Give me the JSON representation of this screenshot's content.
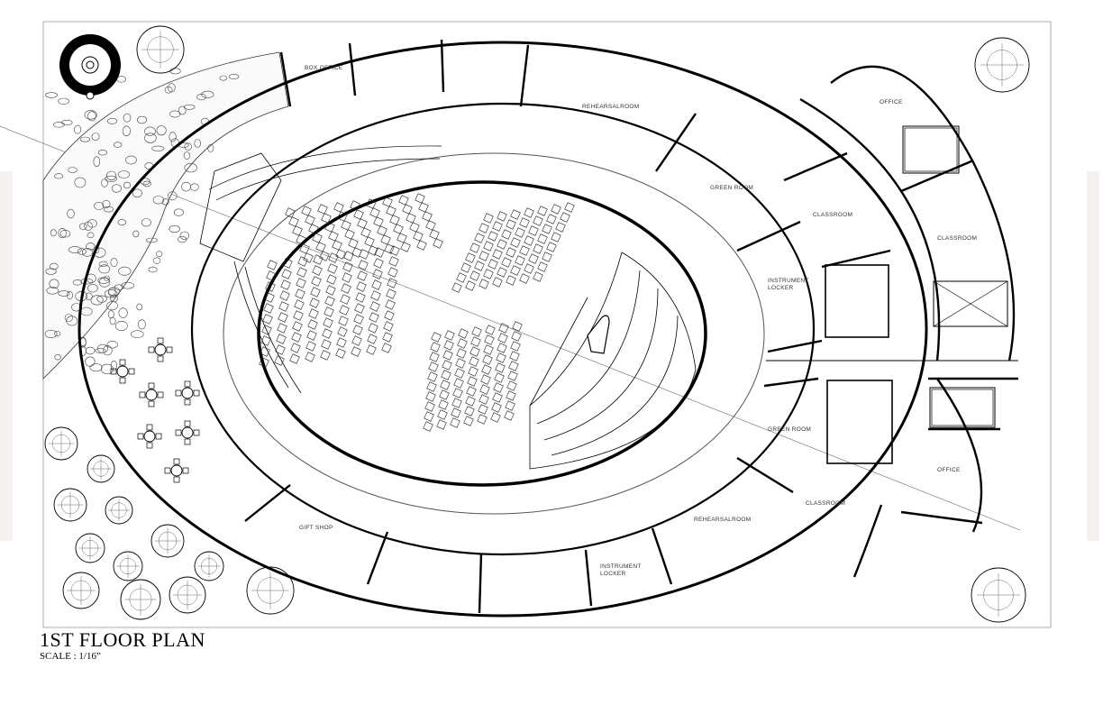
{
  "plan": {
    "title": "1ST FLOOR PLAN",
    "scale": "SCALE : 1/16”"
  },
  "rooms": {
    "box_office": "BOX OFFICE",
    "rehearsal_top": "REHEARSALROOM",
    "green_room_top": "GREEN ROOM",
    "instrument_locker_right": [
      "INSTRUMENT",
      "LOCKER"
    ],
    "classroom_a": "CLASSROOM",
    "classroom_b": "CLASSROOM",
    "office_top": "OFFICE",
    "green_room_bottom": "GREEN ROOM",
    "classroom_bottom": "CLASSROOM",
    "office_bottom": "OFFICE",
    "rehearsal_bottom": "REHEARSALROOM",
    "instrument_locker_bottom": [
      "INSTRUMENT",
      "LOCKER"
    ],
    "gift_shop": "GIFT SHOP"
  },
  "colors": {
    "line": "#000000",
    "thin_line": "#555555",
    "background": "#ffffff",
    "side_panel": "#f6f1f1"
  },
  "icons": [
    "tree-icon",
    "table-set-icon",
    "piano-icon",
    "stair-icon",
    "toilet-icon",
    "sink-icon",
    "compass-icon"
  ]
}
